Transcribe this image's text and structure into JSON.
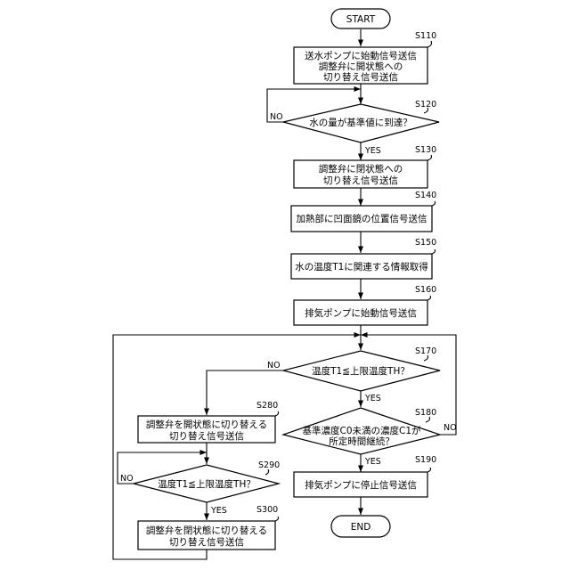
{
  "nodes": {
    "start": {
      "label": "START"
    },
    "s110": {
      "step": "S110",
      "lines": [
        "送水ポンプに始動信号送信",
        "調整弁に開状態への",
        "切り替え信号送信"
      ]
    },
    "s120": {
      "step": "S120",
      "label": "水の量が基準値に到達？"
    },
    "s130": {
      "step": "S130",
      "lines": [
        "調整弁に閉状態への",
        "切り替え信号送信"
      ]
    },
    "s140": {
      "step": "S140",
      "label": "加熱部に凹面鏡の位置信号送信"
    },
    "s150": {
      "step": "S150",
      "label": "水の温度T1に関連する情報取得"
    },
    "s160": {
      "step": "S160",
      "label": "排気ポンプに始動信号送信"
    },
    "s170": {
      "step": "S170",
      "label": "温度T1≦上限温度TH？"
    },
    "s180": {
      "step": "S180",
      "lines": [
        "基準濃度C0未満の濃度C1が",
        "所定時間継続？"
      ]
    },
    "s190": {
      "step": "S190",
      "label": "排気ポンプに停止信号送信"
    },
    "s280": {
      "step": "S280",
      "lines": [
        "調整弁を開状態に切り替える",
        "切り替え信号送信"
      ]
    },
    "s290": {
      "step": "S290",
      "label": "温度T1≦上限温度TH？"
    },
    "s300": {
      "step": "S300",
      "lines": [
        "調整弁を閉状態に切り替える",
        "切り替え信号送信"
      ]
    },
    "end": {
      "label": "END"
    }
  },
  "branches": {
    "yes": "YES",
    "no": "NO"
  }
}
